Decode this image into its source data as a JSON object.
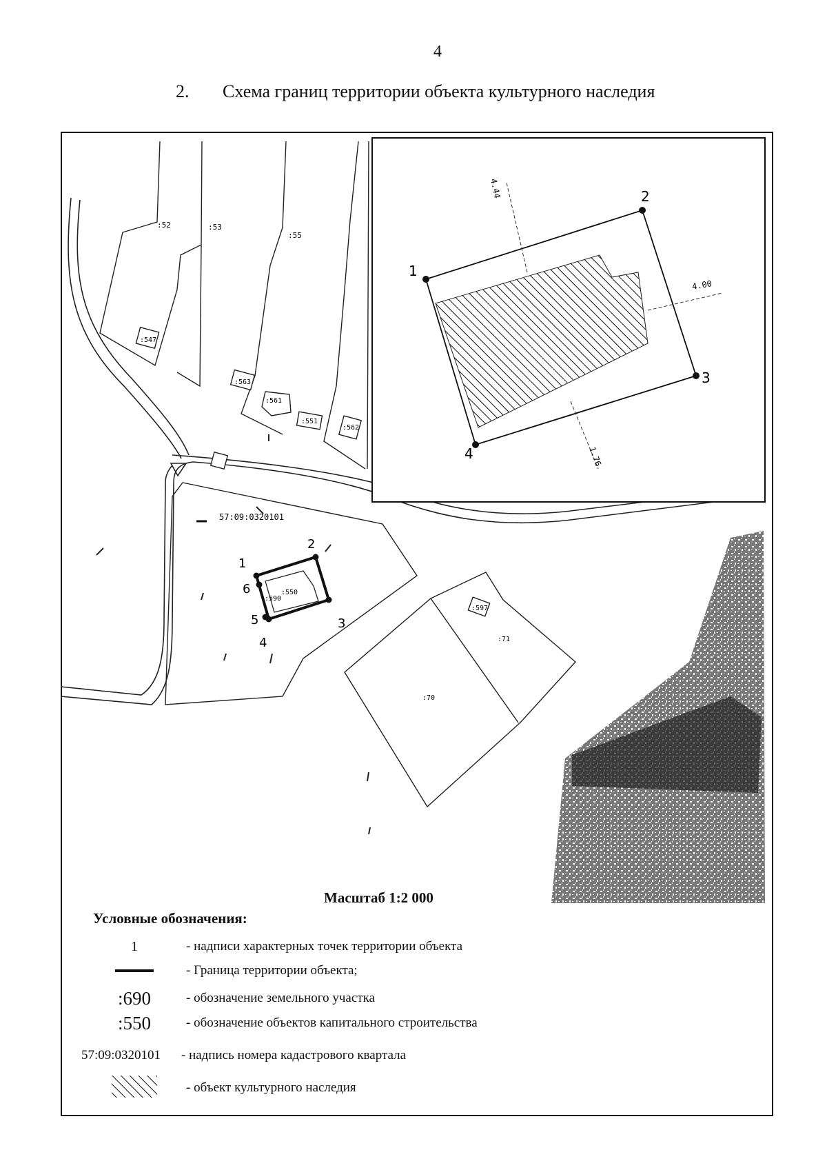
{
  "page_number": "4",
  "heading": {
    "number": "2.",
    "title": "Схема границ территории объекта культурного наследия"
  },
  "map": {
    "inset": {
      "points": [
        "1",
        "2",
        "3",
        "4"
      ],
      "dimensions": [
        "4.44",
        "4.00",
        "1.76"
      ]
    },
    "main": {
      "quarter_label": "57:09:0320101",
      "parcels": [
        ":52",
        ":53",
        ":55",
        ":70",
        ":71"
      ],
      "buildings": [
        ":547",
        ":563",
        ":561",
        ":551",
        ":562",
        ":597",
        ":550"
      ],
      "object_parcel": ":590",
      "points": [
        "1",
        "2",
        "3",
        "4",
        "5",
        "6"
      ]
    }
  },
  "scale": "Масштаб 1:2 000",
  "legend": {
    "title": "Условные обозначения:",
    "items": [
      {
        "symbol": "1",
        "text": "- надписи характерных точек территории объекта"
      },
      {
        "symbol": "",
        "text": "- Граница территории объекта;"
      },
      {
        "symbol": ":690",
        "text": "- обозначение земельного участка"
      },
      {
        "symbol": ":550",
        "text": "- обозначение объектов капитального строительства"
      },
      {
        "symbol": "57:09:0320101",
        "text": "- надпись номера кадастрового квартала"
      },
      {
        "symbol": "",
        "text": "- объект культурного наследия"
      }
    ]
  },
  "colors": {
    "ink": "#111111",
    "paper": "#ffffff"
  },
  "icons": [
    "hatch-pattern-icon",
    "boundary-line-icon",
    "point-marker-icon"
  ]
}
